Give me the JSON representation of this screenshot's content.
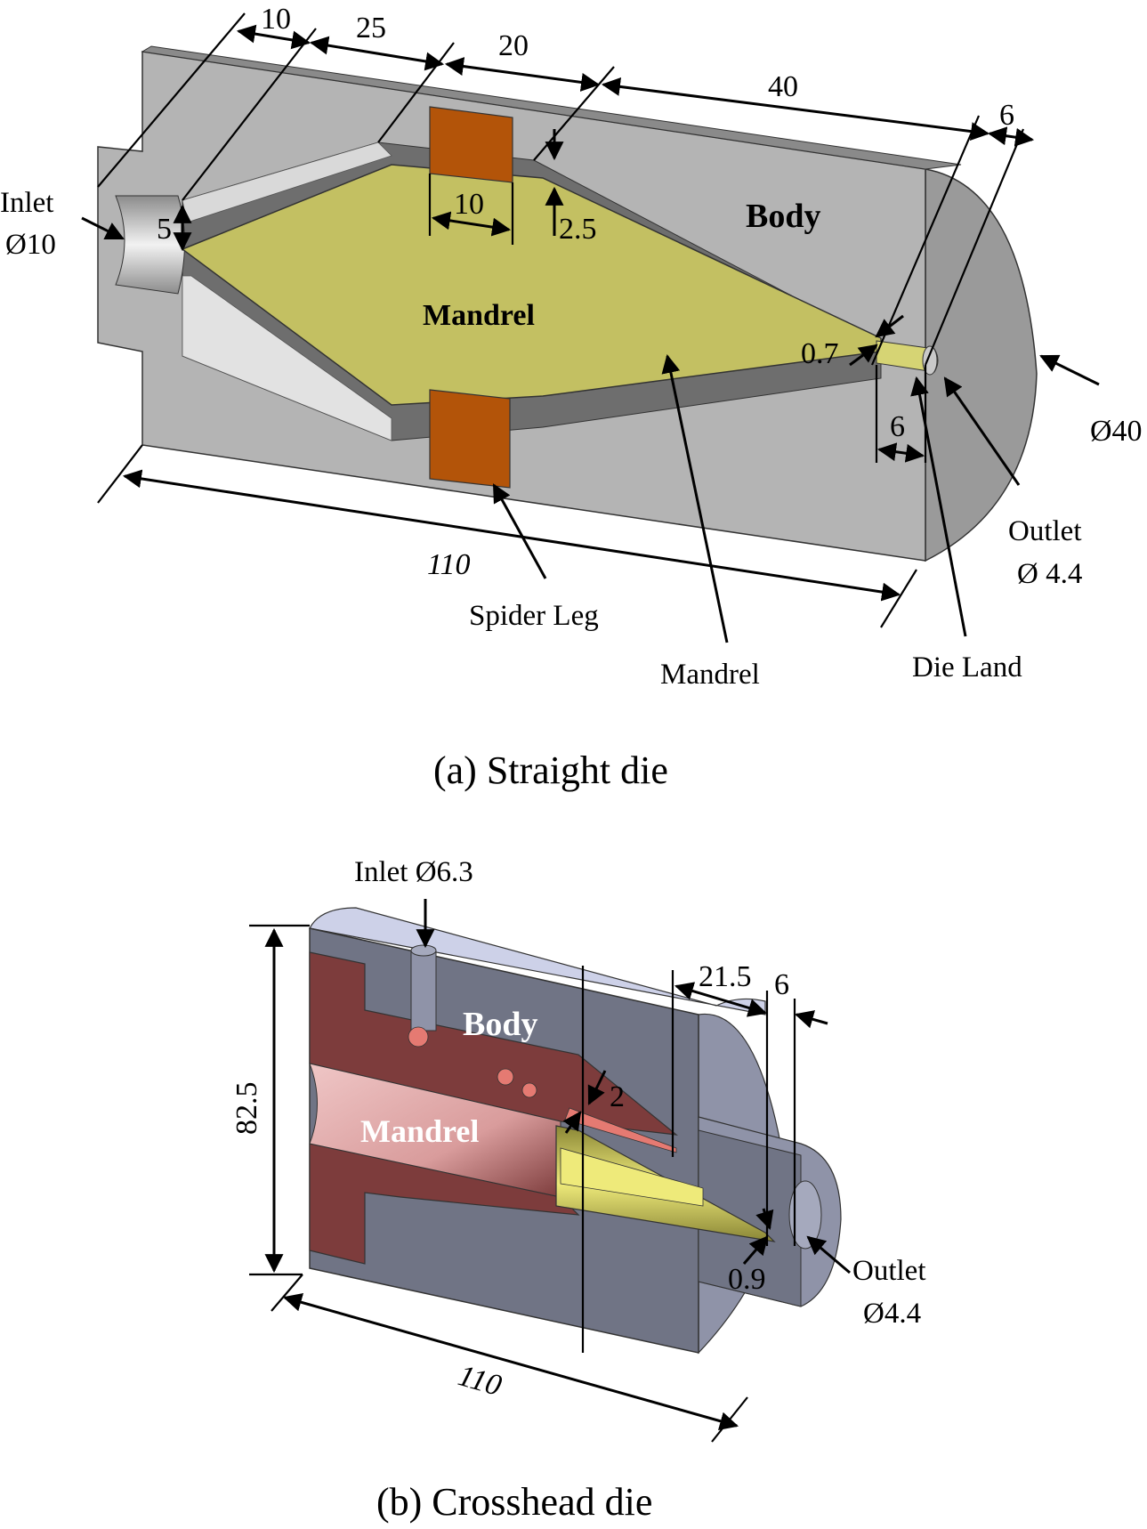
{
  "figure": {
    "panel_a": {
      "caption": "(a) Straight die",
      "parts": {
        "body": "Body",
        "mandrel": "Mandrel"
      },
      "dimensions": {
        "inlet_land": "10",
        "converge_1": "25",
        "spider_section": "20",
        "converge_2": "40",
        "die_land_len": "6",
        "spider_width": "10",
        "gap": "2.5",
        "inlet_height": "5",
        "outlet_gap": "0.7",
        "die_land_len_bottom": "6",
        "total_length": "110",
        "outer_diameter": "Ø40"
      },
      "callouts": {
        "inlet_line1": "Inlet",
        "inlet_line2": "Ø10",
        "spider_leg": "Spider Leg",
        "mandrel": "Mandrel",
        "die_land": "Die Land",
        "outlet_line1": "Outlet",
        "outlet_line2": "Ø 4.4"
      },
      "colors": {
        "body": "#b4b4b4",
        "body_dark": "#9a9a9a",
        "mandrel": "#c3c062",
        "spider": "#b35409"
      }
    },
    "panel_b": {
      "caption": "(b) Crosshead die",
      "parts": {
        "body": "Body",
        "mandrel": "Mandrel"
      },
      "dimensions": {
        "height": "82.5",
        "total_length": "110",
        "tip_length": "21.5",
        "die_land_len": "6",
        "gap_2": "2",
        "gap_09": "0.9"
      },
      "callouts": {
        "inlet": "Inlet Ø6.3",
        "outlet_line1": "Outlet",
        "outlet_line2": "Ø4.4"
      },
      "colors": {
        "body": "#707485",
        "body_light": "#8f93a8",
        "body_top": "#cdd1e8",
        "mandrel": "#7d3c3c",
        "mandrel_bore": "#dca4a4",
        "tip": "#d8d56a"
      }
    }
  }
}
